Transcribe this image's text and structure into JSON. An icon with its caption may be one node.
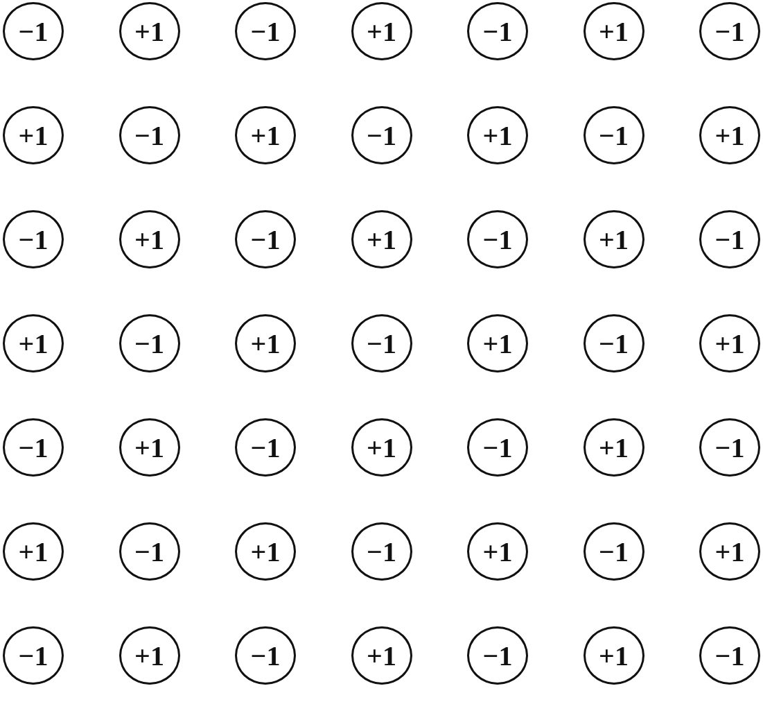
{
  "diagram": {
    "nodes": [
      {
        "text": [
          "−1"
        ]
      },
      {
        "text": [
          "+1"
        ]
      },
      {
        "text": [
          "−1"
        ]
      },
      {
        "text": [
          "+1"
        ]
      },
      {
        "text": [
          "−1"
        ]
      },
      {
        "text": [
          "+1"
        ]
      },
      {
        "text": [
          "−1"
        ]
      },
      {
        "text": [
          "+1"
        ]
      },
      {
        "text": [
          "−1"
        ]
      },
      {
        "text": [
          "+1"
        ]
      },
      {
        "text": [
          "−1"
        ]
      },
      {
        "text": [
          "+1"
        ]
      },
      {
        "text": [
          "−1"
        ]
      },
      {
        "text": [
          "+1"
        ]
      },
      {
        "text": [
          "−1"
        ]
      },
      {
        "text": [
          "+1"
        ]
      },
      {
        "text": [
          "−1"
        ]
      },
      {
        "text": [
          "+1"
        ]
      },
      {
        "text": [
          "−1"
        ]
      },
      {
        "text": [
          "+1"
        ]
      },
      {
        "text": [
          "−1"
        ]
      },
      {
        "text": [
          "+1"
        ]
      },
      {
        "text": [
          "−1"
        ]
      },
      {
        "text": [
          "+1"
        ]
      },
      {
        "text": [
          "−1"
        ]
      },
      {
        "text": [
          "+1"
        ]
      },
      {
        "text": [
          "−1"
        ]
      },
      {
        "text": [
          "+1"
        ]
      },
      {
        "text": [
          "−1"
        ]
      },
      {
        "text": [
          "+1"
        ]
      },
      {
        "text": [
          "−1"
        ]
      },
      {
        "text": [
          "+1"
        ]
      },
      {
        "text": [
          "−1"
        ]
      },
      {
        "text": [
          "+1"
        ]
      },
      {
        "text": [
          "−1"
        ]
      },
      {
        "text": [
          "+1"
        ]
      },
      {
        "text": [
          "−1"
        ]
      },
      {
        "text": [
          "+1"
        ]
      },
      {
        "text": [
          "−1"
        ]
      },
      {
        "text": [
          "+1"
        ]
      },
      {
        "text": [
          "−1"
        ]
      },
      {
        "text": [
          "+1"
        ]
      },
      {
        "text": [
          "−1"
        ]
      },
      {
        "text": [
          "+1"
        ]
      },
      {
        "text": [
          "−1"
        ]
      },
      {
        "text": [
          "+1"
        ]
      },
      {
        "text": [
          "−1"
        ]
      },
      {
        "text": [
          "+1"
        ]
      },
      {
        "text": [
          "−1"
        ]
      }
    ]
  }
}
